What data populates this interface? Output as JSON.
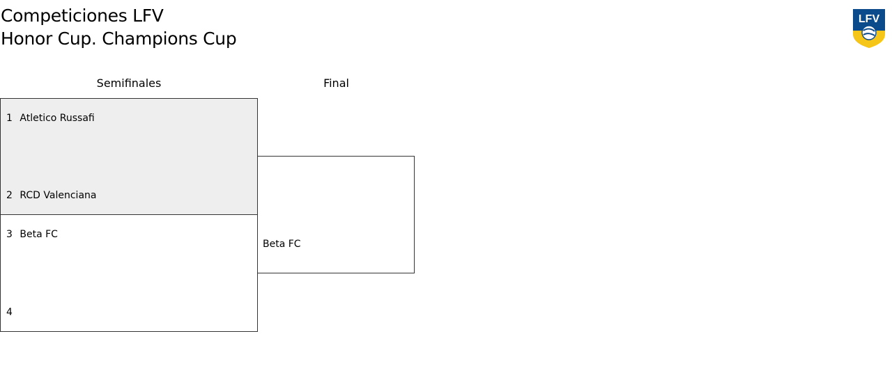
{
  "header": {
    "title_line1": "Competiciones LFV",
    "title_line2": "Honor Cup. Champions Cup",
    "logo_text": "LFV"
  },
  "colors": {
    "logo_blue": "#0b4a8b",
    "logo_yellow": "#f5c518",
    "highlight_bg": "#eeeeee",
    "border": "#333333"
  },
  "rounds": [
    {
      "label": "Semifinales"
    },
    {
      "label": "Final"
    }
  ],
  "semifinals": [
    {
      "top": {
        "seed": "1",
        "team": "Atletico Russafi"
      },
      "bottom": {
        "seed": "2",
        "team": "RCD Valenciana"
      }
    },
    {
      "top": {
        "seed": "3",
        "team": "Beta FC"
      },
      "bottom": {
        "seed": "4",
        "team": ""
      }
    }
  ],
  "final": {
    "team": "Beta FC"
  }
}
